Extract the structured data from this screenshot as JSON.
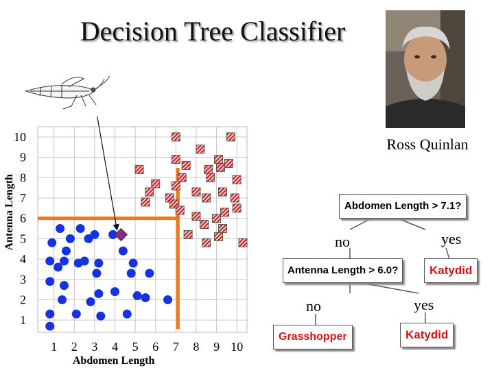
{
  "title": "Decision Tree Classifier",
  "person_name": "Ross Quinlan",
  "colors": {
    "grasshopper": "#1433e0",
    "katydid_fill": "#f2d0d0",
    "katydid_stripe": "#c81e1e",
    "new_point": "#8b2a82",
    "split_line": "#f07818",
    "tree_leaf_text": "#d01515"
  },
  "icons": {
    "insect": "grasshopper-drawing",
    "photo": "portrait-photo"
  },
  "chart_data": {
    "type": "scatter",
    "title": "",
    "xlabel": "Abdomen Length",
    "ylabel": "Antenna  Length",
    "xlim": [
      0.2,
      10.5
    ],
    "ylim": [
      0.4,
      10.5
    ],
    "x_ticks": [
      "1",
      "2",
      "3",
      "4",
      "5",
      "6",
      "7",
      "8",
      "9",
      "10"
    ],
    "y_ticks": [
      "1",
      "2",
      "3",
      "4",
      "5",
      "6",
      "7",
      "8",
      "9",
      "10"
    ],
    "grid": true,
    "series": [
      {
        "marker": "circle",
        "points": [
          [
            1.3,
            5.5
          ],
          [
            2.3,
            5.5
          ],
          [
            3.0,
            5.2
          ],
          [
            3.9,
            5.2
          ],
          [
            0.9,
            4.8
          ],
          [
            1.8,
            5.0
          ],
          [
            2.7,
            5.0
          ],
          [
            1.6,
            4.4
          ],
          [
            4.4,
            4.4
          ],
          [
            0.8,
            3.9
          ],
          [
            1.5,
            3.9
          ],
          [
            2.5,
            3.9
          ],
          [
            3.2,
            3.8
          ],
          [
            4.9,
            3.8
          ],
          [
            1.2,
            3.6
          ],
          [
            2.2,
            3.8
          ],
          [
            3.1,
            3.3
          ],
          [
            4.8,
            3.3
          ],
          [
            5.7,
            3.3
          ],
          [
            0.8,
            2.9
          ],
          [
            1.5,
            2.7
          ],
          [
            3.2,
            2.3
          ],
          [
            4.0,
            2.4
          ],
          [
            5.1,
            2.2
          ],
          [
            1.4,
            2.0
          ],
          [
            2.8,
            1.9
          ],
          [
            5.5,
            2.1
          ],
          [
            6.6,
            2.0
          ],
          [
            0.8,
            1.3
          ],
          [
            2.1,
            1.3
          ],
          [
            3.3,
            1.2
          ],
          [
            4.6,
            1.3
          ],
          [
            0.8,
            0.7
          ]
        ]
      },
      {
        "marker": "striped-square",
        "points": [
          [
            7.0,
            10.0
          ],
          [
            9.7,
            10.0
          ],
          [
            8.2,
            9.4
          ],
          [
            7.0,
            8.9
          ],
          [
            9.1,
            8.9
          ],
          [
            9.6,
            8.7
          ],
          [
            5.2,
            8.4
          ],
          [
            7.5,
            8.6
          ],
          [
            8.6,
            8.4
          ],
          [
            9.2,
            8.5
          ],
          [
            7.3,
            8.0
          ],
          [
            8.7,
            8.0
          ],
          [
            10.0,
            7.9
          ],
          [
            6.0,
            7.7
          ],
          [
            7.0,
            7.6
          ],
          [
            5.7,
            7.3
          ],
          [
            8.0,
            7.3
          ],
          [
            9.3,
            7.3
          ],
          [
            6.7,
            7.0
          ],
          [
            8.5,
            7.0
          ],
          [
            9.9,
            7.0
          ],
          [
            5.5,
            6.8
          ],
          [
            6.9,
            6.7
          ],
          [
            10.0,
            6.5
          ],
          [
            7.2,
            6.4
          ],
          [
            9.4,
            6.3
          ],
          [
            8.0,
            6.1
          ],
          [
            9.0,
            6.0
          ],
          [
            8.4,
            5.7
          ],
          [
            9.3,
            5.5
          ],
          [
            7.6,
            5.2
          ],
          [
            9.1,
            5.1
          ],
          [
            10.3,
            4.8
          ],
          [
            8.5,
            4.8
          ]
        ]
      },
      {
        "marker": "diamond",
        "points": [
          [
            4.3,
            5.2
          ]
        ]
      }
    ],
    "splits": [
      {
        "axis": "x",
        "value": 7.1
      },
      {
        "axis": "y",
        "value": 6.0,
        "x_max": 7.1
      }
    ],
    "annotation_arrow_to": [
      4.3,
      5.2
    ]
  },
  "tree": {
    "root": "Abdomen Length > 7.1?",
    "root_no": "no",
    "root_yes": "yes",
    "mid": "Antenna  Length > 6.0?",
    "leaf_root_yes": "Katydid",
    "mid_no": "no",
    "mid_yes": "yes",
    "leaf_mid_no": "Grasshopper",
    "leaf_mid_yes": "Katydid"
  }
}
